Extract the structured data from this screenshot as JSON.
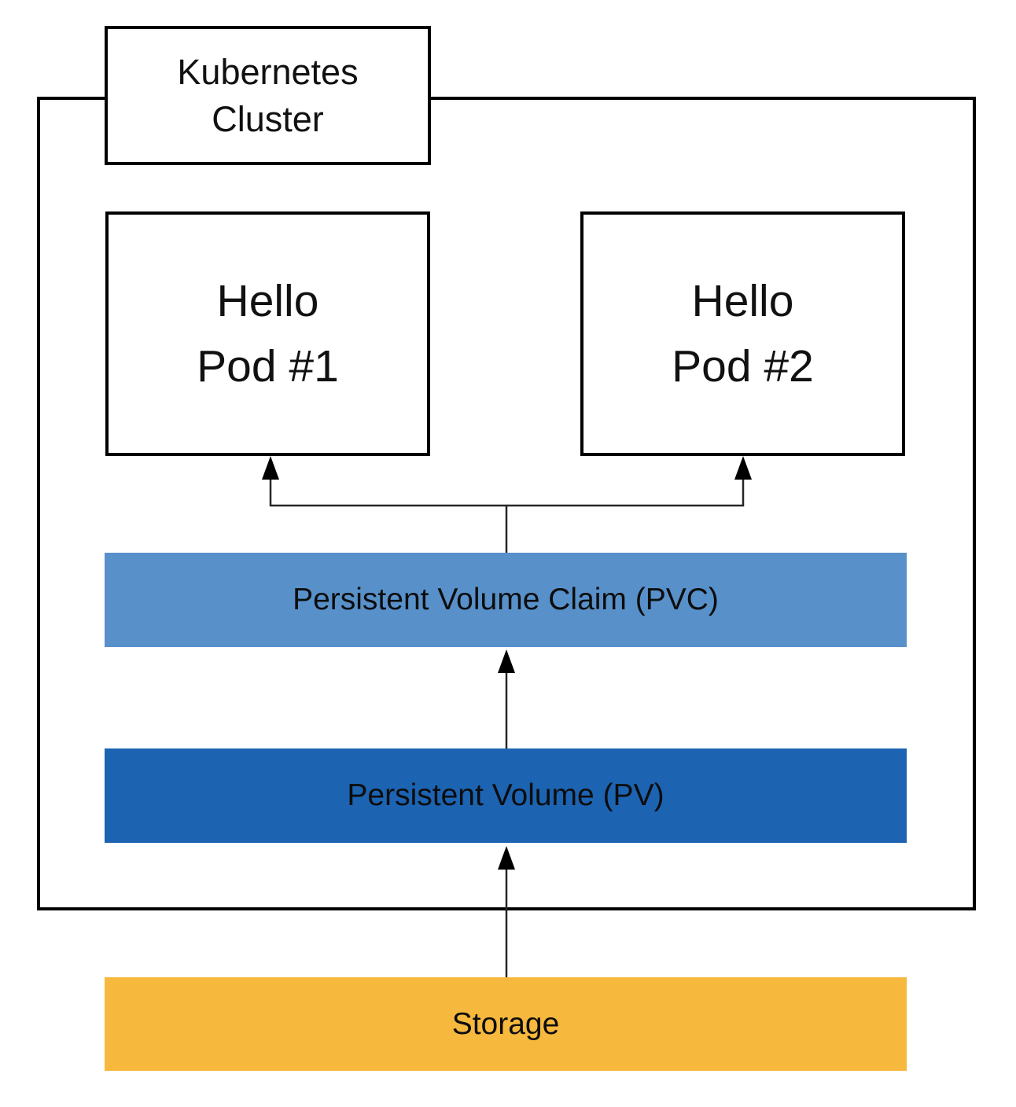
{
  "diagram": {
    "title_note": "Kubernetes persistent storage diagram",
    "cluster": {
      "label": "Kubernetes\nCluster"
    },
    "pods": [
      {
        "label": "Hello\nPod #1"
      },
      {
        "label": "Hello\nPod #2"
      }
    ],
    "layers": [
      {
        "id": "pvc",
        "label": "Persistent Volume Claim (PVC)",
        "color": "#5890CA"
      },
      {
        "id": "pv",
        "label": "Persistent Volume (PV)",
        "color": "#1C63B2"
      },
      {
        "id": "storage",
        "label": "Storage",
        "color": "#F6B83D"
      }
    ],
    "connections": [
      {
        "from": "pvc",
        "to": "pod-1"
      },
      {
        "from": "pvc",
        "to": "pod-2"
      },
      {
        "from": "pv",
        "to": "pvc"
      },
      {
        "from": "storage",
        "to": "pv"
      }
    ],
    "colors": {
      "box_border": "#000000",
      "box_fill": "#FFFFFF",
      "arrow_line": "#262626",
      "arrow_head": "#000000",
      "text": "#0D0D0D"
    }
  }
}
